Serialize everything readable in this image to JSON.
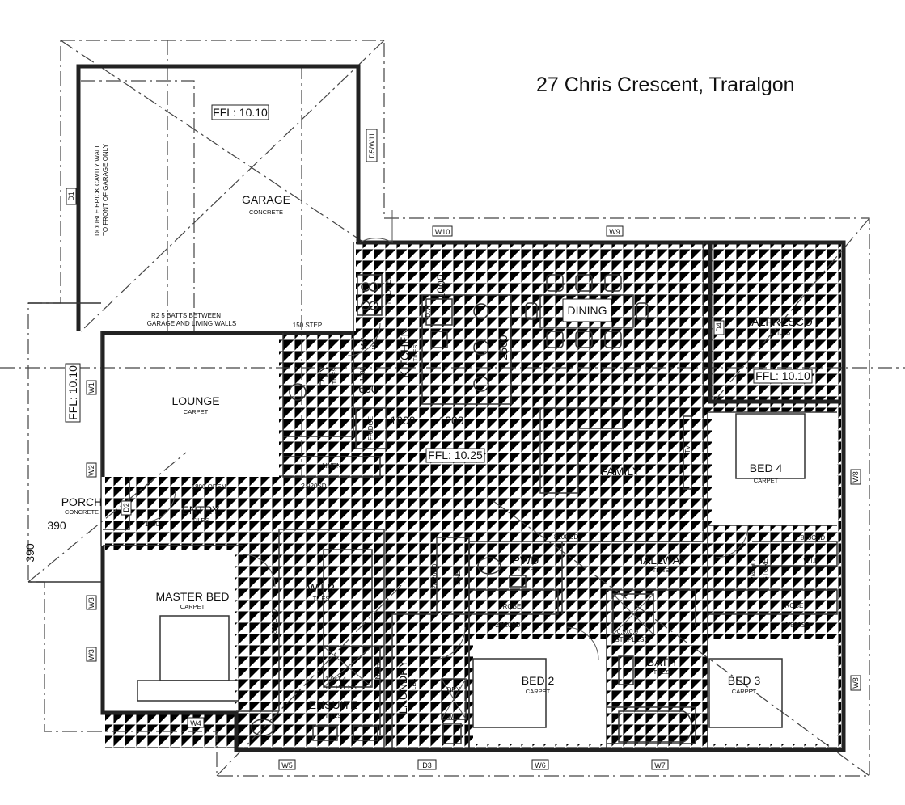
{
  "title": "27 Chris Crescent, Traralgon",
  "rooms": {
    "garage": {
      "name": "GARAGE",
      "finish": "CONCRETE"
    },
    "lounge": {
      "name": "LOUNGE",
      "finish": "CARPET"
    },
    "pantry": {
      "name": "PTY",
      "finish": "TILES"
    },
    "kitchen": {
      "name": "KITCHEN",
      "finish": "TILES"
    },
    "dining": {
      "name": "DINING"
    },
    "alfresco": {
      "name": "ALFRESCO",
      "finish": "TILES"
    },
    "family": {
      "name": "FAMILY"
    },
    "bed4": {
      "name": "BED 4",
      "finish": "CARPET"
    },
    "porch": {
      "name": "PORCH",
      "finish": "CONCRETE"
    },
    "entry": {
      "name": "ENTRY",
      "finish": "TILES"
    },
    "hallway": {
      "name": "HALLWAY",
      "finish": "TILES"
    },
    "pwd": {
      "name": "PWD",
      "finish": "TILES"
    },
    "master": {
      "name": "MASTER BED",
      "finish": "CARPET"
    },
    "wir_master": {
      "name": "W.I.R",
      "finish": "TILES"
    },
    "ensuite": {
      "name": "ENSUITE",
      "finish": "TILES"
    },
    "laundry": {
      "name": "LAUNDRY",
      "finish": "TILES"
    },
    "bed2": {
      "name": "BED 2",
      "finish": "CARPET"
    },
    "bath": {
      "name": "BATH",
      "finish": "TILES"
    },
    "bed3": {
      "name": "BED 3",
      "finish": "CARPET"
    }
  },
  "levels": {
    "garage": "FFL: 10.10",
    "porch": "FFL: 10.10",
    "alfresco": "FFL: 10.10",
    "main": "FFL: 10.25"
  },
  "notes": {
    "cavity1": "DOUBLE BRICK CAVITY WALL",
    "cavity2": "TO FRONT OF GARAGE ONLY",
    "batts1": "R2 5 BATTS BETWEEN",
    "batts2": "GARAGE AND LIVING WALLS",
    "step": "150 STEP",
    "hotplates": "HOT PLATES",
    "mw": "MW",
    "wo": "WO",
    "dw": "D.W",
    "fridge": "FRIDGE",
    "linen1": "LINEN",
    "linen2": "LINEN",
    "tv": "TV",
    "open": "1800 OPEN",
    "sd2920": "2.920SD",
    "csd1": "820CSD",
    "csd2": "820CSD",
    "csd3": "820CSD",
    "sd2720": "2/720SD",
    "store": "STORE",
    "store_door": "2/420D",
    "wir2": "W.I.R",
    "robe1": "ROBE",
    "robe2": "ROBE",
    "sd820a": "2/820SD",
    "sd820b": "2/820SD",
    "shower1a": "0.9x0.9",
    "shower1b": "STEPLESS",
    "shower2a": "1.0x1.4",
    "shower2b": "STEPLESS",
    "niche": "NICHE",
    "dry": "DRY",
    "wm": "W.M"
  },
  "dimensions": {
    "d1000a": "1000",
    "d2500": "2500",
    "d600": "600",
    "d1000b": "1000",
    "d1200a": "1200",
    "d1000c": "1000",
    "d390a": "390",
    "d390b": "390",
    "d1200b": "1200"
  },
  "openings": {
    "D1": "D1",
    "D2": "D2",
    "D3": "D3",
    "D4": "D4",
    "D5W11": "D5/W11",
    "W1": "W1",
    "W2": "W2",
    "W3a": "W3",
    "W3b": "W3",
    "W4": "W4",
    "W5": "W5",
    "W6": "W6",
    "W7": "W7",
    "W8a": "W8",
    "W8b": "W8",
    "W9": "W9",
    "W10": "W10"
  }
}
